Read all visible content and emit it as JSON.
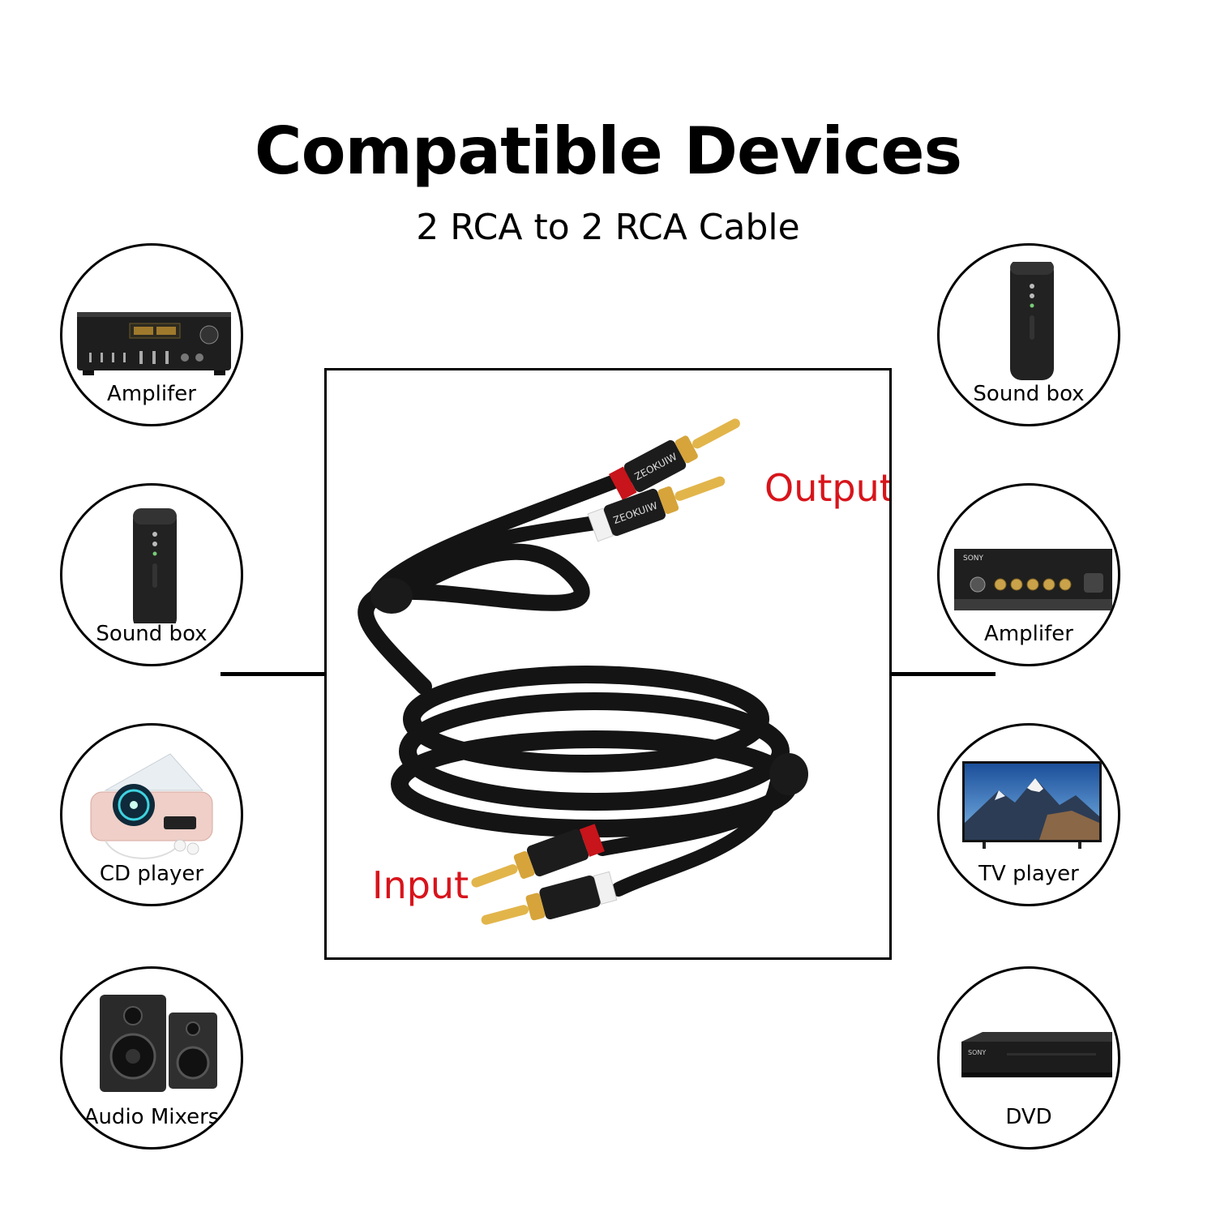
{
  "heading": {
    "title": "Compatible Devices",
    "subtitle": "2 RCA to 2 RCA Cable"
  },
  "product": {
    "output_label": "Output",
    "input_label": "Input",
    "accent_color": "#d8141b",
    "brand_marking": "ZEOKUIW"
  },
  "devices_left": [
    {
      "label": "Amplifer",
      "icon": "amplifier-icon"
    },
    {
      "label": "Sound box",
      "icon": "sound-box-icon"
    },
    {
      "label": "CD player",
      "icon": "cd-player-icon"
    },
    {
      "label": "Audio Mixers",
      "icon": "speakers-icon"
    }
  ],
  "devices_right": [
    {
      "label": "Sound box",
      "icon": "sound-box-icon"
    },
    {
      "label": "Amplifer",
      "icon": "amplifier-icon",
      "brand": "SONY"
    },
    {
      "label": "TV player",
      "icon": "tv-icon"
    },
    {
      "label": "DVD",
      "icon": "dvd-player-icon",
      "brand": "SONY"
    }
  ]
}
